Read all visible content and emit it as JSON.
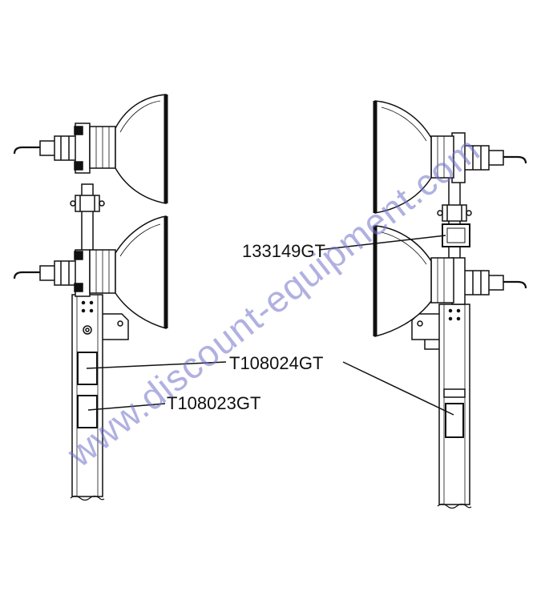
{
  "callouts": {
    "part_133149": "133149GT",
    "part_t108024": "T108024GT",
    "part_t108023": "T108023GT"
  },
  "watermark": {
    "text": "www.discount-equipment.com",
    "color": "#6f6fc9"
  },
  "colors": {
    "line": "#111111",
    "background": "#ffffff"
  }
}
